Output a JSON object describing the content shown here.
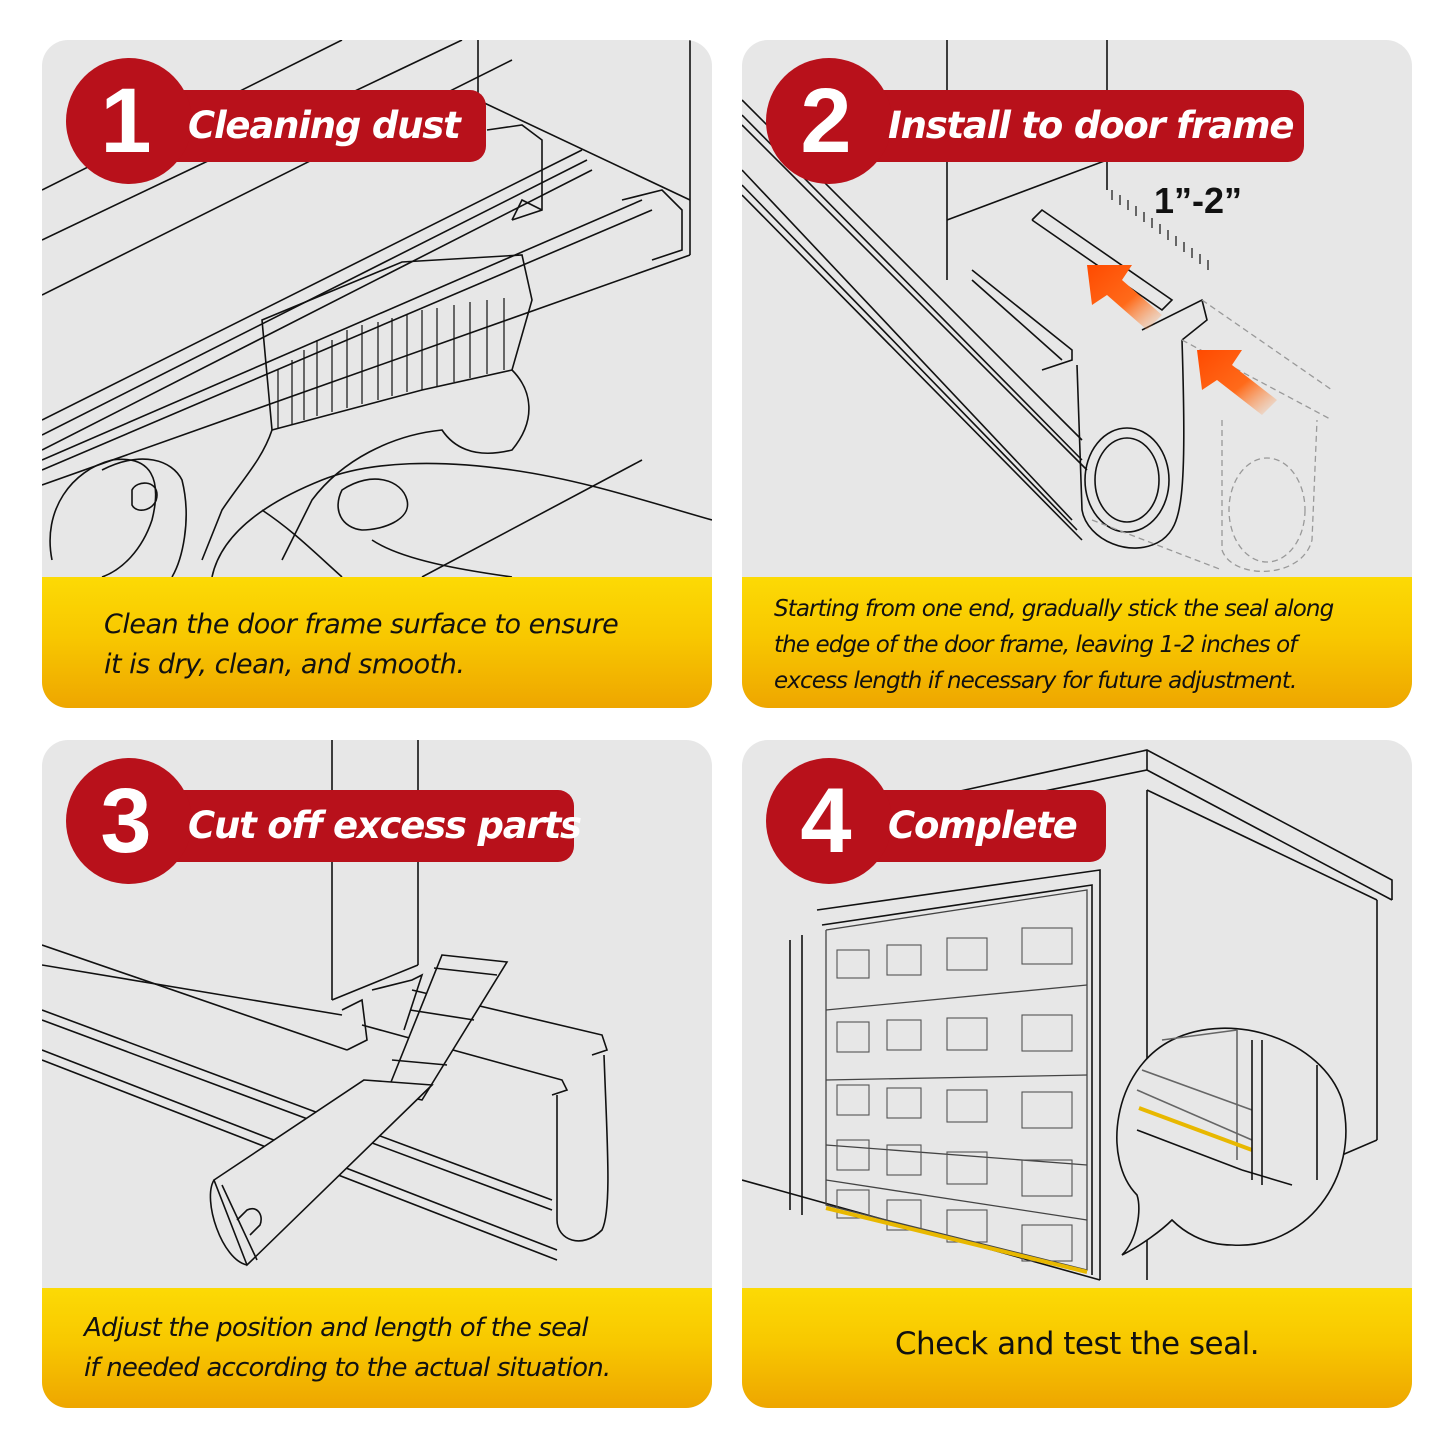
{
  "steps": [
    {
      "number": "1",
      "title": "Cleaning dust",
      "caption_line1": "Clean the door frame surface to ensure",
      "caption_line2": "it is dry, clean, and smooth.",
      "illustration": "hand-brushing-door-frame-track"
    },
    {
      "number": "2",
      "title": "Install to door frame",
      "dimension_label": "1”-2”",
      "caption_line1": "Starting from one end, gradually stick the seal along",
      "caption_line2": "the edge of the door frame, leaving 1-2 inches of",
      "caption_line3": "excess length if necessary for future adjustment.",
      "illustration": "seal-inserted-into-track-with-arrows"
    },
    {
      "number": "3",
      "title": "Cut off excess parts",
      "caption_line1": "Adjust the position and length of the seal",
      "caption_line2": "if needed according to the actual situation.",
      "illustration": "utility-knife-cutting-seal"
    },
    {
      "number": "4",
      "title": "Complete",
      "caption_line1": "Check and test the seal.",
      "illustration": "garage-with-installed-seal-and-zoom-callout"
    }
  ],
  "colors": {
    "badge_red": "#b8111b",
    "caption_yellow_top": "#fcda05",
    "caption_yellow_bottom": "#eea600",
    "card_gray": "#e7e7e7",
    "arrow_orange": "#ff5a10",
    "seal_yellow": "#e8b800"
  }
}
